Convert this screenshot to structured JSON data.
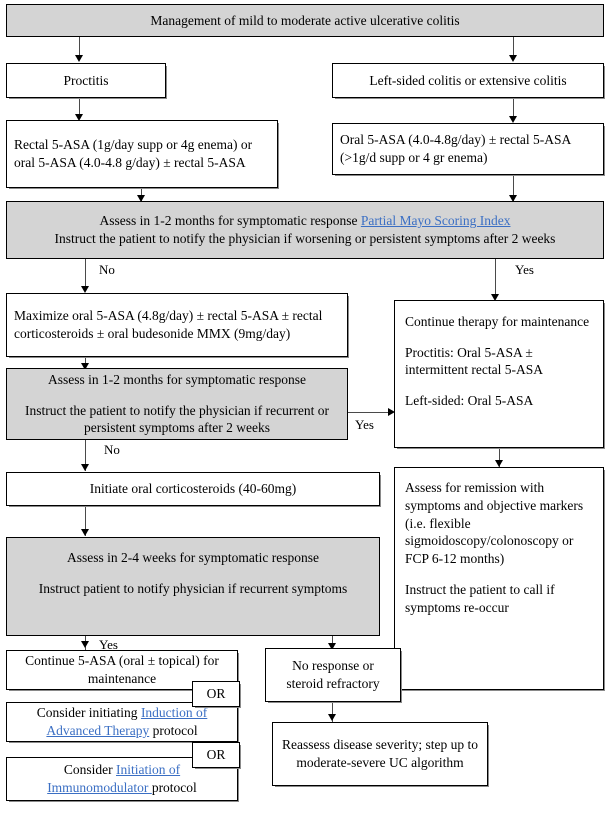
{
  "title": "Management of mild to moderate active ulcerative colitis",
  "nodes": {
    "header": "Management of mild to moderate active ulcerative colitis",
    "proctitis": "Proctitis",
    "left_sided": "Left-sided colitis or extensive colitis",
    "rectal_asa": "Rectal 5-ASA (1g/day supp or 4g enema) or oral 5-ASA (4.0-4.8 g/day) ± rectal 5-ASA",
    "oral_asa": "Oral 5-ASA (4.0-4.8g/day) ± rectal 5-ASA (>1g/d supp or 4 gr enema)",
    "assess1_line1_pre": "Assess in 1-2 months for symptomatic response ",
    "assess1_link": "Partial Mayo Scoring Index",
    "assess1_line2": "Instruct the patient to notify the physician if worsening or persistent symptoms after 2 weeks",
    "maximize": "Maximize oral 5-ASA (4.8g/day) ± rectal 5-ASA ± rectal corticosteroids ± oral budesonide MMX (9mg/day)",
    "assess2_line1": "Assess in 1-2 months for symptomatic response",
    "assess2_line2": "Instruct the patient to notify the physician if recurrent or persistent symptoms after 2 weeks",
    "initiate_steroids": "Initiate oral corticosteroids (40-60mg)",
    "assess3_line1": "Assess in 2-4 weeks for symptomatic response",
    "assess3_line2": "Instruct patient to notify physician if recurrent symptoms",
    "continue_therapy_line1": "Continue therapy for maintenance",
    "continue_therapy_line2": "Proctitis: Oral 5-ASA ± intermittent rectal 5-ASA",
    "continue_therapy_line3": "Left-sided: Oral 5-ASA",
    "remission_line1": "Assess for remission with symptoms and objective markers (i.e. flexible sigmoidoscopy/colonoscopy or FCP 6-12 months)",
    "remission_line2": "Instruct the patient to call if symptoms re-occur",
    "continue_5asa": "Continue 5-ASA (oral ± topical) for maintenance",
    "advanced_pre": "Consider initiating ",
    "advanced_link": "Induction of Advanced Therapy",
    "advanced_post": " protocol",
    "immuno_pre": "Consider ",
    "immuno_link": "Initiation of Immunomodulator ",
    "immuno_post": "protocol",
    "no_response": "No response or steroid refractory",
    "reassess": "Reassess disease severity; step up to moderate-severe UC algorithm",
    "or_1": "OR",
    "or_2": "OR"
  },
  "edge_labels": {
    "no_1": "No",
    "yes_1": "Yes",
    "yes_2": "Yes",
    "no_2": "No",
    "yes_3": "Yes"
  },
  "colors": {
    "gray_fill": "#d4d4d4",
    "link": "#3b6fc4",
    "border": "#000000",
    "connector": "#4a4a4a",
    "background": "#ffffff"
  }
}
